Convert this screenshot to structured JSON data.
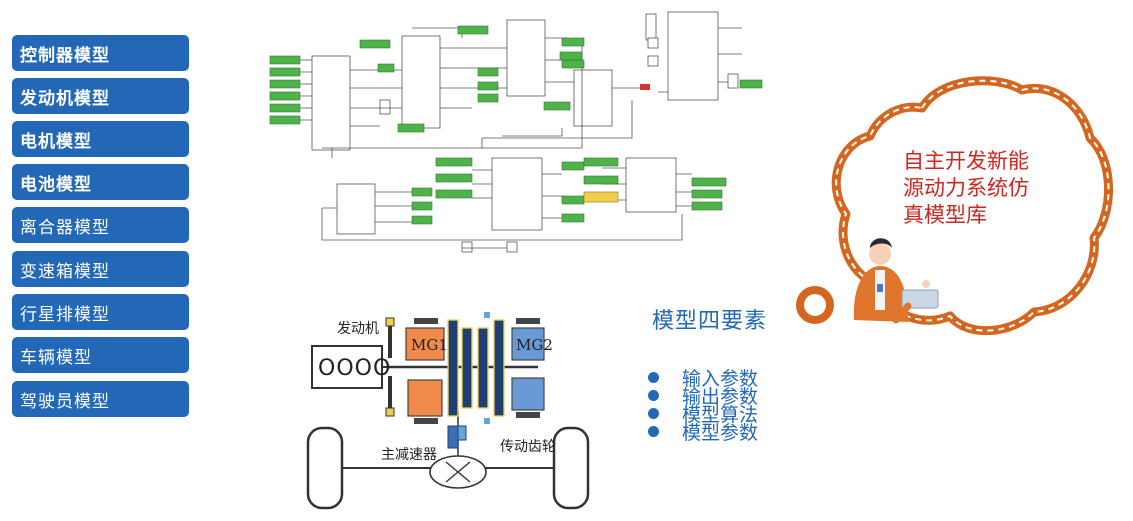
{
  "sidebar": {
    "items": [
      {
        "label": "控制器模型"
      },
      {
        "label": "发动机模型"
      },
      {
        "label": "电机模型"
      },
      {
        "label": "电池模型"
      },
      {
        "label": "离合器模型"
      },
      {
        "label": "变速箱模型"
      },
      {
        "label": "行星排模型"
      },
      {
        "label": "车辆模型"
      },
      {
        "label": "驾驶员模型"
      }
    ]
  },
  "diagram": {
    "engine_label": "发动机",
    "engine_display": "OOOO",
    "mg1": "MG1",
    "mg2": "MG2",
    "final_drive": "主减速器",
    "drive_gear": "传动齿轮"
  },
  "elements": {
    "title": "模型四要素",
    "items": [
      "输入参数",
      "输出参数",
      "模型算法",
      "模型参数"
    ]
  },
  "bubble": {
    "lines": [
      "自主开发新能",
      "源动力系统仿",
      "真模型库"
    ]
  },
  "colors": {
    "button": "#2268b6",
    "title_blue": "#2268b6",
    "bubble_border": "#d4661f",
    "bubble_text": "#d0261d",
    "sim_green": "#4fb24a",
    "mg_blue": "#6a9ad6",
    "mg_orange": "#f08a4b"
  }
}
